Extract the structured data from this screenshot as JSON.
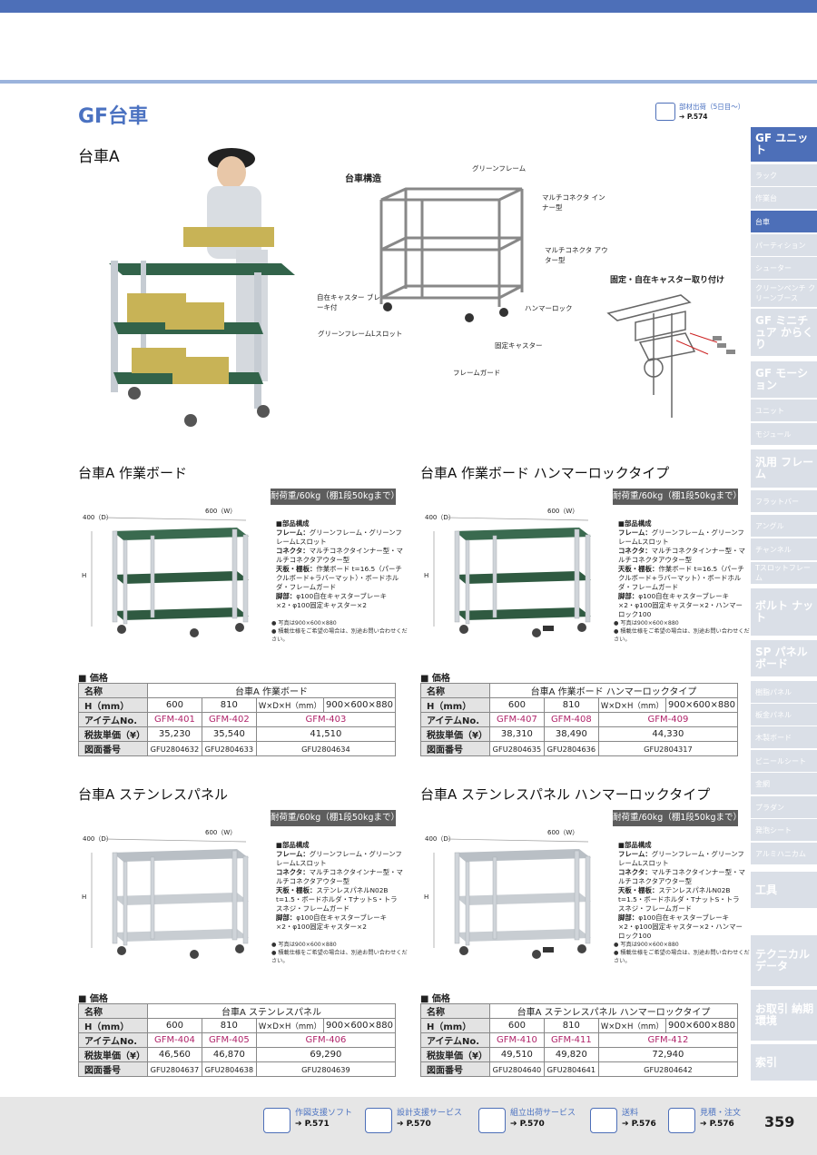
{
  "header": {
    "title": "GF台車",
    "ref_label": "部材出荷（5日目〜）",
    "ref_page": "➔ P.574"
  },
  "main": {
    "section_title": "台車A",
    "structure_title": "台車構造",
    "structure_labels": [
      "グリーンフレーム",
      "マルチコネクタ インナー型",
      "マルチコネクタ アウター型",
      "ハンマーロック",
      "固定キャスター",
      "フレームガード",
      "グリーンフレームLスロット",
      "自在キャスター ブレーキ付"
    ],
    "caster_title": "固定・自在キャスター取り付け"
  },
  "products": [
    {
      "title": "台車A 作業ボード",
      "load": "耐荷重/60kg（棚1段50kgまで）",
      "dim_w": "600（W）",
      "dim_d": "400（D）",
      "dim_h": "H",
      "spec": [
        [
          "■部品構成",
          ""
        ],
        [
          "フレーム：",
          "グリーンフレーム・グリーンフレームLスロット"
        ],
        [
          "コネクタ：",
          "マルチコネクタインナー型・マルチコネクタアウター型"
        ],
        [
          "天板・棚板：",
          "作業ボード t=16.5（パーチクルボード+ラバーマット）・ボードホルダ・フレームガード"
        ],
        [
          "脚部：",
          "φ100自在キャスターブレーキ×2・φ100固定キャスター×2"
        ]
      ],
      "notes": [
        "● 写真は900×600×880",
        "● 積載仕様をご希望の場合は、別途お問い合わせください。"
      ],
      "price_label": "■ 価格",
      "name_label": "名称",
      "name": "台車A 作業ボード",
      "h_label": "H（mm）",
      "h_values": [
        "600",
        "810"
      ],
      "wdh_label": "W×D×H（mm）",
      "wdh": "900×600×880",
      "item_label": "アイテムNo.",
      "items": [
        "GFM-401",
        "GFM-402",
        "GFM-403"
      ],
      "price_row": "税抜単価（¥）",
      "prices": [
        "35,230",
        "35,540",
        "41,510"
      ],
      "drawing_label": "図面番号",
      "drawings": [
        "GFU2804632",
        "GFU2804633",
        "GFU2804634"
      ]
    },
    {
      "title": "台車A 作業ボード ハンマーロックタイプ",
      "load": "耐荷重/60kg（棚1段50kgまで）",
      "dim_w": "600（W）",
      "dim_d": "400（D）",
      "dim_h": "H",
      "spec": [
        [
          "■部品構成",
          ""
        ],
        [
          "フレーム：",
          "グリーンフレーム・グリーンフレームLスロット"
        ],
        [
          "コネクタ：",
          "マルチコネクタインナー型・マルチコネクタアウター型"
        ],
        [
          "天板・棚板：",
          "作業ボード t=16.5（パーチクルボード+ラバーマット）・ボードホルダ・フレームガード"
        ],
        [
          "脚部：",
          "φ100自在キャスターブレーキ×2・φ100固定キャスター×2・ハンマーロック100"
        ]
      ],
      "notes": [
        "● 写真は900×600×880",
        "● 積載仕様をご希望の場合は、別途お問い合わせください。"
      ],
      "price_label": "■ 価格",
      "name_label": "名称",
      "name": "台車A 作業ボード ハンマーロックタイプ",
      "h_label": "H（mm）",
      "h_values": [
        "600",
        "810"
      ],
      "wdh_label": "W×D×H（mm）",
      "wdh": "900×600×880",
      "item_label": "アイテムNo.",
      "items": [
        "GFM-407",
        "GFM-408",
        "GFM-409"
      ],
      "price_row": "税抜単価（¥）",
      "prices": [
        "38,310",
        "38,490",
        "44,330"
      ],
      "drawing_label": "図面番号",
      "drawings": [
        "GFU2804635",
        "GFU2804636",
        "GFU2804317"
      ]
    },
    {
      "title": "台車A ステンレスパネル",
      "load": "耐荷重/60kg（棚1段50kgまで）",
      "dim_w": "600（W）",
      "dim_d": "400（D）",
      "dim_h": "H",
      "spec": [
        [
          "■部品構成",
          ""
        ],
        [
          "フレーム：",
          "グリーンフレーム・グリーンフレームLスロット"
        ],
        [
          "コネクタ：",
          "マルチコネクタインナー型・マルチコネクタアウター型"
        ],
        [
          "天板・棚板：",
          "ステンレスパネルN02B t=1.5・ボードホルダ・TナットS・トラスネジ・フレームガード"
        ],
        [
          "脚部：",
          "φ100自在キャスターブレーキ×2・φ100固定キャスター×2"
        ]
      ],
      "notes": [
        "● 写真は900×600×880",
        "● 積載仕様をご希望の場合は、別途お問い合わせください。"
      ],
      "price_label": "■ 価格",
      "name_label": "名称",
      "name": "台車A ステンレスパネル",
      "h_label": "H（mm）",
      "h_values": [
        "600",
        "810"
      ],
      "wdh_label": "W×D×H（mm）",
      "wdh": "900×600×880",
      "item_label": "アイテムNo.",
      "items": [
        "GFM-404",
        "GFM-405",
        "GFM-406"
      ],
      "price_row": "税抜単価（¥）",
      "prices": [
        "46,560",
        "46,870",
        "69,290"
      ],
      "drawing_label": "図面番号",
      "drawings": [
        "GFU2804637",
        "GFU2804638",
        "GFU2804639"
      ]
    },
    {
      "title": "台車A ステンレスパネル ハンマーロックタイプ",
      "load": "耐荷重/60kg（棚1段50kgまで）",
      "dim_w": "600（W）",
      "dim_d": "400（D）",
      "dim_h": "H",
      "spec": [
        [
          "■部品構成",
          ""
        ],
        [
          "フレーム：",
          "グリーンフレーム・グリーンフレームLスロット"
        ],
        [
          "コネクタ：",
          "マルチコネクタインナー型・マルチコネクタアウター型"
        ],
        [
          "天板・棚板：",
          "ステンレスパネルN02B t=1.5・ボードホルダ・TナットS・トラスネジ・フレームガード"
        ],
        [
          "脚部：",
          "φ100自在キャスターブレーキ×2・φ100固定キャスター×2・ハンマーロック100"
        ]
      ],
      "notes": [
        "● 写真は900×600×880",
        "● 積載仕様をご希望の場合は、別途お問い合わせください。"
      ],
      "price_label": "■ 価格",
      "name_label": "名称",
      "name": "台車A ステンレスパネル ハンマーロックタイプ",
      "h_label": "H（mm）",
      "h_values": [
        "600",
        "810"
      ],
      "wdh_label": "W×D×H（mm）",
      "wdh": "900×600×880",
      "item_label": "アイテムNo.",
      "items": [
        "GFM-410",
        "GFM-411",
        "GFM-412"
      ],
      "price_row": "税抜単価（¥）",
      "prices": [
        "49,510",
        "49,820",
        "72,940"
      ],
      "drawing_label": "図面番号",
      "drawings": [
        "GFU2804640",
        "GFU2804641",
        "GFU2804642"
      ]
    }
  ],
  "sidebar": {
    "items": [
      {
        "label": "GF ユニット",
        "big": true
      },
      {
        "label": "ラック"
      },
      {
        "label": "作業台"
      },
      {
        "label": "台車",
        "active": true
      },
      {
        "label": "パーティション"
      },
      {
        "label": "シューター"
      },
      {
        "label": "クリーンベンチ クリーンブース"
      },
      {
        "label": "GF ミニチュア からくり",
        "big": true
      },
      {
        "label": "GF モーション",
        "big": true
      },
      {
        "label": "ユニット"
      },
      {
        "label": "モジュール"
      },
      {
        "label": "汎用 フレーム",
        "big": true
      },
      {
        "label": "フラットバー"
      },
      {
        "label": "アングル"
      },
      {
        "label": "チャンネル"
      },
      {
        "label": "Tスロットフレーム"
      },
      {
        "label": "ボルト ナット",
        "big": true
      },
      {
        "label": "SP パネルボード",
        "big": true
      },
      {
        "label": "樹脂パネル"
      },
      {
        "label": "板金パネル"
      },
      {
        "label": "木製ボード"
      },
      {
        "label": "ビニールシート"
      },
      {
        "label": "金網"
      },
      {
        "label": "プラダン"
      },
      {
        "label": "発泡シート"
      },
      {
        "label": "アルミハニカム"
      },
      {
        "label": "工具",
        "big": true
      },
      {
        "label": "テクニカル データ",
        "big": true
      },
      {
        "label": "お取引 納期 環境",
        "big": true
      },
      {
        "label": "索引",
        "big": true
      }
    ]
  },
  "footer": {
    "items": [
      {
        "label": "作図支援ソフト",
        "page": "➔ P.571",
        "icon": "3d-icon"
      },
      {
        "label": "設計支援サービス",
        "page": "➔ P.570",
        "icon": "pencil-icon"
      },
      {
        "label": "組立出荷サービス",
        "page": "➔ P.570",
        "icon": "frame-icon"
      },
      {
        "label": "送料",
        "page": "➔ P.576",
        "icon": "truck-icon"
      },
      {
        "label": "見積・注文",
        "page": "➔ P.576",
        "icon": "form-icon"
      }
    ],
    "page_number": "359"
  },
  "colors": {
    "accent": "#4b72c1",
    "sidebar_dark": "#4d6fb8",
    "sidebar_light": "#dadfe7",
    "item_code": "#b0246a",
    "board_green": "#2f5a41"
  }
}
